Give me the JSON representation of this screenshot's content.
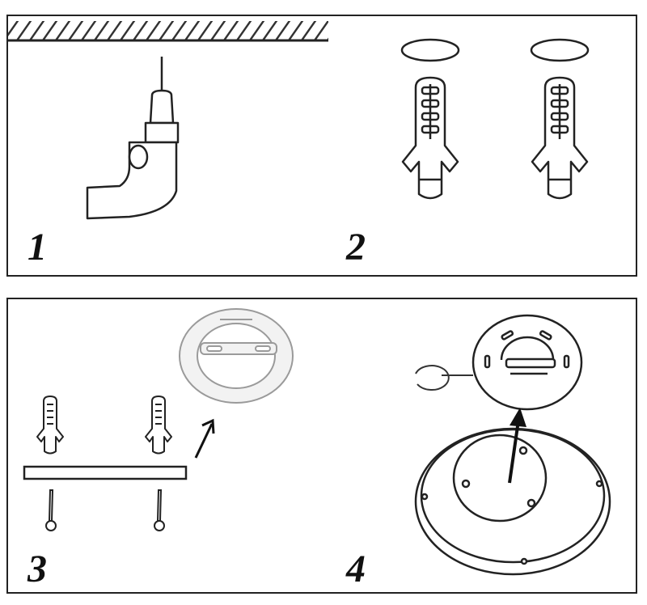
{
  "steps": [
    {
      "number": "1"
    },
    {
      "number": "2"
    },
    {
      "number": "3"
    },
    {
      "number": "4"
    }
  ],
  "icons": [
    "drill-icon",
    "wall-plug-icon",
    "washer-ring-icon",
    "mounting-plate-icon",
    "screw-icon",
    "mounting-bar-icon",
    "lamp-body-icon",
    "clip-ring-icon",
    "arrow-icon"
  ],
  "colors": {
    "line": "#222222",
    "fill_light": "#f2f2f2",
    "hatch": "#333333"
  }
}
